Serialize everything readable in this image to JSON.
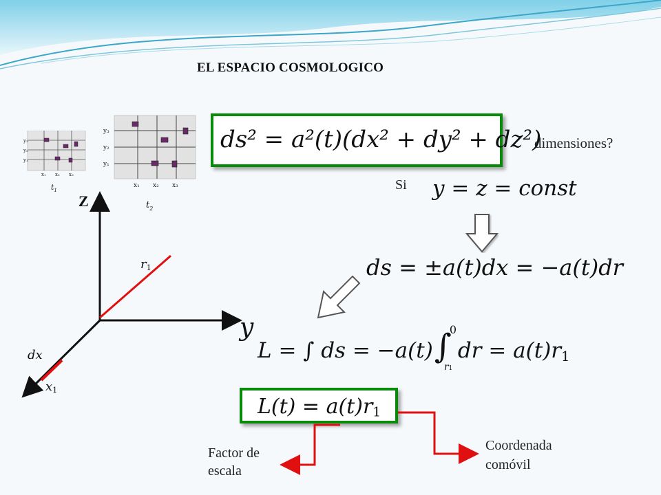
{
  "title": "EL ESPACIO COSMOLOGICO",
  "question": "dimensiones?",
  "si": "Si",
  "eq_metric": "ds² = a²(t)(dx² + dy² + dz²)",
  "eq_const": "y = z = const",
  "eq_ds": "ds = ±a(t)dx = −a(t)dr",
  "eq_L_lhs": "L = ∫ ds = −a(t)",
  "eq_L_rhs": "dr = a(t)r",
  "eq_L_sub": "1",
  "int_upper": "0",
  "int_lower": "r",
  "int_lower_sub": "1",
  "eq_Lt": "L(t) = a(t)r",
  "eq_Lt_sub": "1",
  "axis_z": "Z",
  "axis_y": "y",
  "label_r": "r",
  "label_r_sub": "1",
  "label_dx": "dx",
  "label_x": "x",
  "label_x_sub": "1",
  "grid_small_label": "t",
  "grid_small_sub": "1",
  "grid_large_label": "t",
  "grid_large_sub": "2",
  "grid_small_x": [
    "x₁",
    "x₂",
    "x₃"
  ],
  "grid_small_y": [
    "y₃",
    "y₂",
    "y₁"
  ],
  "grid_large_x": [
    "x₁",
    "x₂",
    "x₃"
  ],
  "grid_large_y": [
    "y₃",
    "y₂",
    "y₁"
  ],
  "factor_label_1": "Factor de",
  "factor_label_2": "escala",
  "coord_label_1": "Coordenada",
  "coord_label_2": "comóvil",
  "colors": {
    "box_border": "#0a8a0a",
    "red": "#e01010",
    "wave": "#3aa6c9"
  }
}
